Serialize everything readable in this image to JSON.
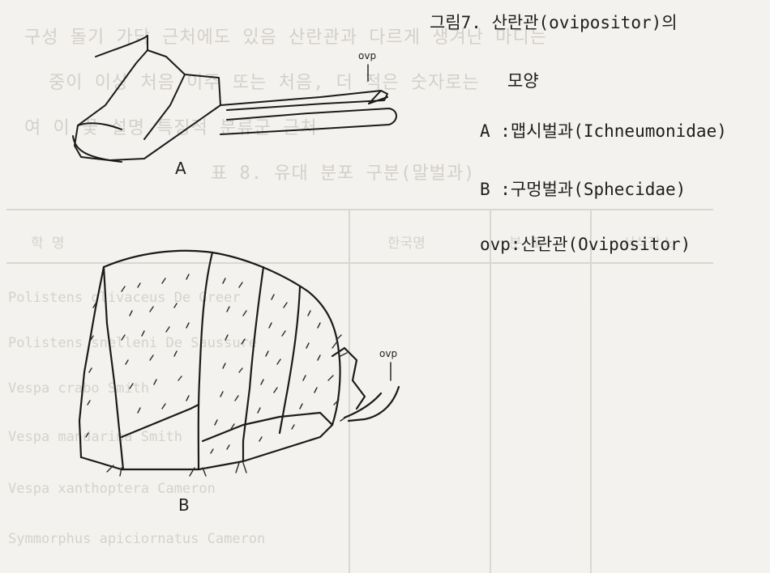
{
  "caption": {
    "title_line1": "그림7. 산란관(ovipositor)의",
    "title_line2": "모양",
    "item_a": "A :맵시벌과(Ichneumonidae)",
    "item_b": "B :구멍벌과(Sphecidae)",
    "item_ovp": "ovp:산란관(Ovipositor)"
  },
  "figure": {
    "label_a": "A",
    "label_b": "B",
    "label_ovp_a": "ovp",
    "label_ovp_b": "ovp"
  },
  "bleed_through": {
    "table_rows": [
      "Polistens olivaceus De Greer",
      "Polistens snelleni De Saussure",
      "Vespa crabo Smith",
      "Vespa mandarina Smith",
      "Vespa xanthoptera Cameron",
      "Symmorphus apiciornatus Cameron"
    ]
  }
}
